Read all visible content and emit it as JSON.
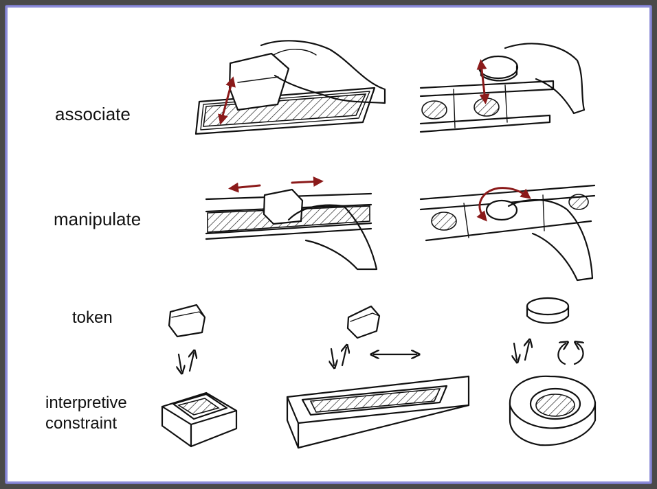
{
  "labels": {
    "associate": "associate",
    "manipulate": "manipulate",
    "token": "token",
    "interpretive": "interpretive",
    "constraint": "constraint"
  },
  "colors": {
    "frame_border": "#8c8cd8",
    "background": "#4a4a4a",
    "arrow_red": "#8b1a1a",
    "ink": "#111111"
  }
}
